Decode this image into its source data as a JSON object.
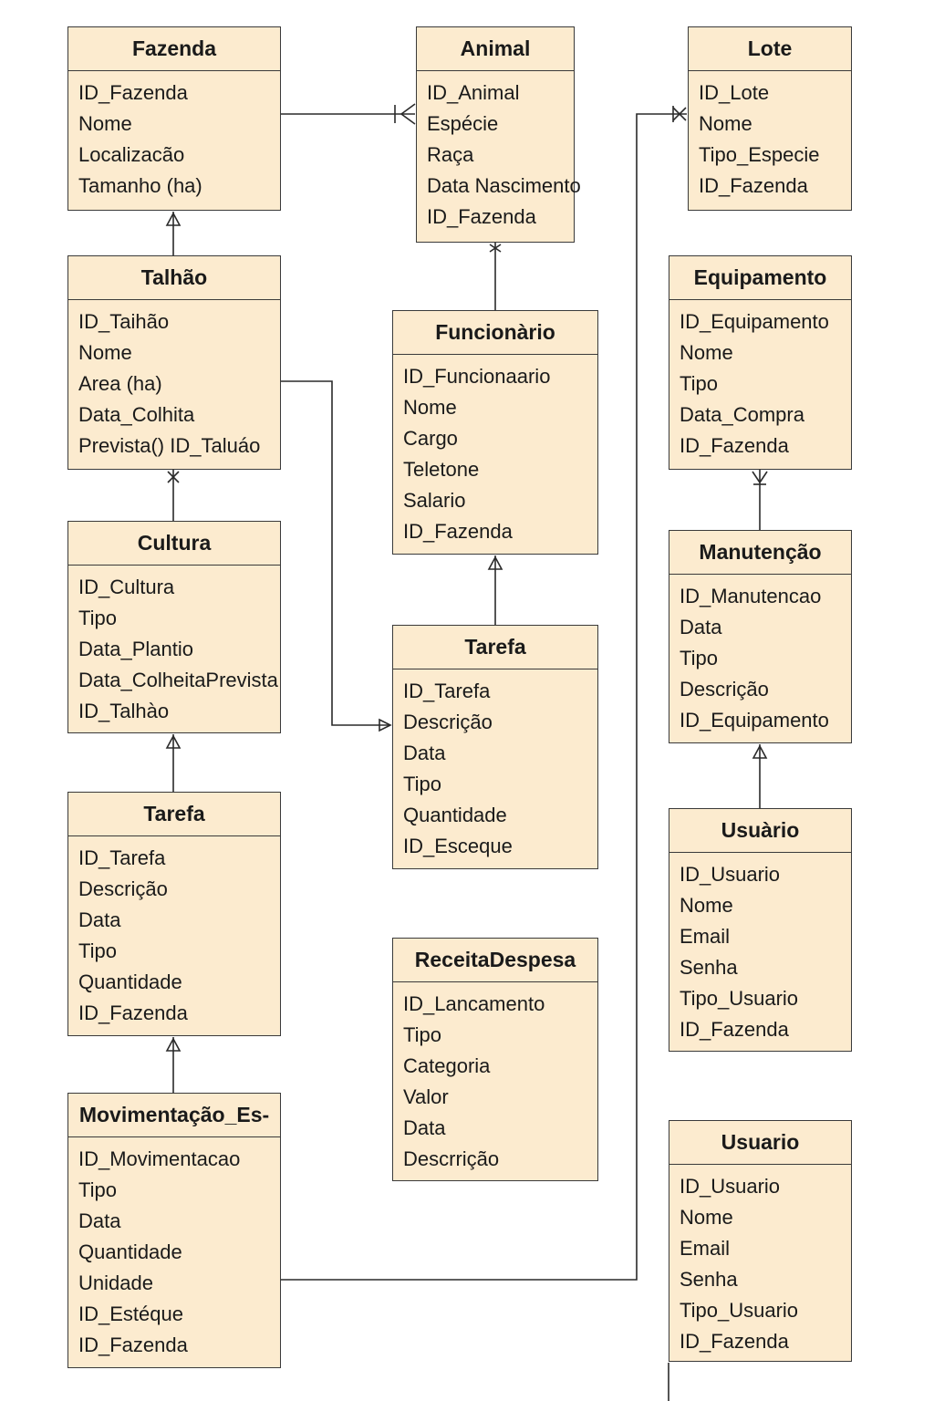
{
  "entities": {
    "fazenda": {
      "title": "Fazenda",
      "attrs": [
        "ID_Fazenda",
        "Nome",
        "Localizacão",
        "Tamanho (ha)"
      ]
    },
    "animal": {
      "title": "Animal",
      "attrs": [
        "ID_Animal",
        "Espécie",
        "Raça",
        "Data Nascimento",
        "ID_Fazenda"
      ]
    },
    "lote": {
      "title": "Lote",
      "attrs": [
        "ID_Lote",
        "Nome",
        "Tipo_Especie",
        "ID_Fazenda"
      ]
    },
    "talhao": {
      "title": "Talhão",
      "attrs": [
        "ID_Taihão",
        "Nome",
        "Area (ha)",
        "Data_Colhita",
        "Prevista() ID_Taluáo"
      ]
    },
    "funcionario": {
      "title": "Funcionàrio",
      "attrs": [
        "ID_Funcionaario",
        "Nome",
        "Cargo",
        "Teletone",
        "Salario",
        "ID_Fazenda"
      ]
    },
    "equipamento": {
      "title": "Equipamento",
      "attrs": [
        "ID_Equipamento",
        "Nome",
        "Tipo",
        "Data_Compra",
        "ID_Fazenda"
      ]
    },
    "cultura": {
      "title": "Cultura",
      "attrs": [
        "ID_Cultura",
        "Tipo",
        "Data_Plantio",
        "Data_ColheitaPrevista",
        "ID_Talhào"
      ]
    },
    "manutencao": {
      "title": "Manutenção",
      "attrs": [
        "ID_Manutencao",
        "Data",
        "Tipo",
        "Descrição",
        "ID_Equipamento"
      ]
    },
    "tarefa_center": {
      "title": "Tarefa",
      "attrs": [
        "ID_Tarefa",
        "Descrição",
        "Data",
        "Tipo",
        "Quantidade",
        "ID_Esceque"
      ]
    },
    "tarefa_left": {
      "title": "Tarefa",
      "attrs": [
        "ID_Tarefa",
        "Descrição",
        "Data",
        "Tipo",
        "Quantidade",
        "ID_Fazenda"
      ]
    },
    "usuario_1": {
      "title": "Usuàrio",
      "attrs": [
        "ID_Usuario",
        "Nome",
        "Email",
        "Senha",
        "Tipo_Usuario",
        "ID_Fazenda"
      ]
    },
    "receita_despesa": {
      "title": "ReceitaDespesa",
      "attrs": [
        "ID_Lancamento",
        "Tipo",
        "Categoria",
        "Valor",
        "Data",
        "Descrrição"
      ]
    },
    "movimentacao": {
      "title": "Movimentação_Es-",
      "attrs": [
        "ID_Movimentacao",
        "Tipo",
        "Data",
        "Quantidade",
        "Unidade",
        "ID_Estéque",
        "ID_Fazenda"
      ]
    },
    "usuario_2": {
      "title": "Usuario",
      "attrs": [
        "ID_Usuario",
        "Nome",
        "Email",
        "Senha",
        "Tipo_Usuario",
        "ID_Fazenda"
      ]
    }
  }
}
